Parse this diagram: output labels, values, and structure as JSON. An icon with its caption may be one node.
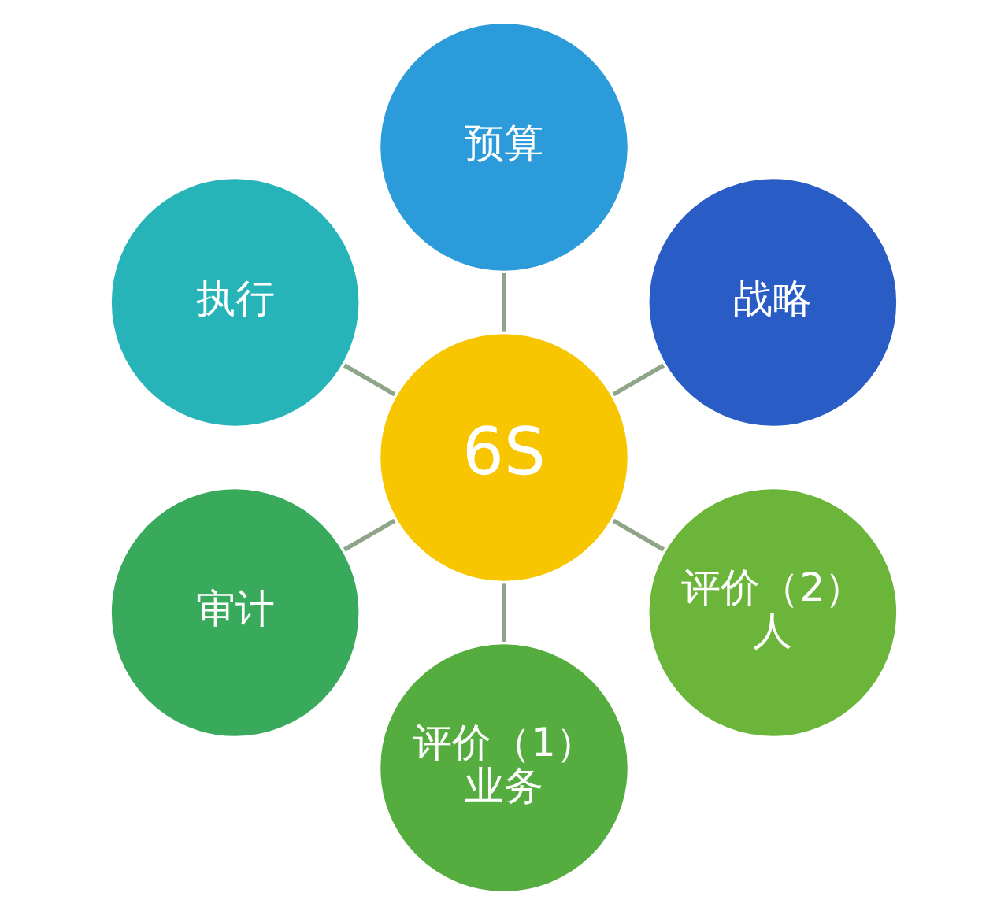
{
  "diagram": {
    "nodes": [
      {
        "text": [
          "6S"
        ]
      },
      {
        "text": [
          "战略"
        ]
      },
      {
        "text": [
          "预算"
        ]
      },
      {
        "text": [
          "执行"
        ]
      },
      {
        "text": [
          "审计"
        ]
      },
      {
        "text": [
          "评价（1）",
          "业务"
        ]
      },
      {
        "text": [
          "评价（2）",
          "人"
        ]
      }
    ],
    "edges": [
      {
        "from": 0,
        "to": 1,
        "arrow": "none"
      },
      {
        "from": 0,
        "to": 2,
        "arrow": "none"
      },
      {
        "from": 0,
        "to": 3,
        "arrow": "none"
      },
      {
        "from": 0,
        "to": 4,
        "arrow": "none"
      },
      {
        "from": 0,
        "to": 5,
        "arrow": "none"
      },
      {
        "from": 0,
        "to": 6,
        "arrow": "none"
      }
    ]
  }
}
